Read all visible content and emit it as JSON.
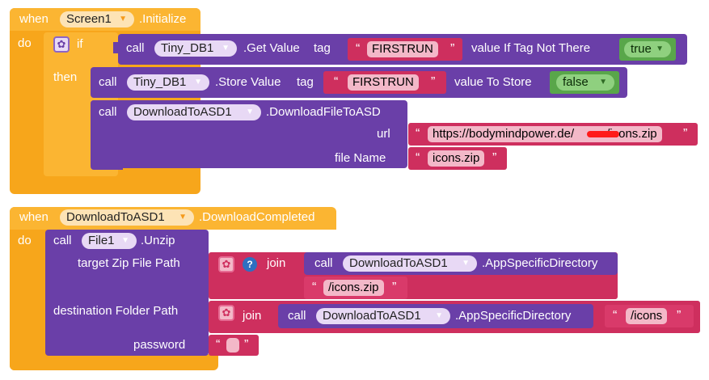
{
  "event1": {
    "when": "when",
    "component": "Screen1",
    "event_name": ".Initialize",
    "do": "do",
    "if": "if",
    "then": "then",
    "get_value": {
      "call": "call",
      "component": "Tiny_DB1",
      "method": ".Get Value",
      "tag_label": "tag",
      "tag_value": "FIRSTRUN",
      "default_label": "value If Tag Not There",
      "default_value": "true"
    },
    "store_value": {
      "call": "call",
      "component": "Tiny_DB1",
      "method": ".Store Value",
      "tag_label": "tag",
      "tag_value": "FIRSTRUN",
      "value_label": "value To Store",
      "value": "false"
    },
    "download": {
      "call": "call",
      "component": "DownloadToASD1",
      "method": ".DownloadFileToASD",
      "url_label": "url",
      "url_prefix": "https://bodymindpower.de/",
      "url_suffix": "/icons.zip",
      "filename_label": "file Name",
      "filename_value": "icons.zip"
    }
  },
  "event2": {
    "when": "when",
    "component": "DownloadToASD1",
    "event_name": ".DownloadCompleted",
    "do": "do",
    "unzip": {
      "call": "call",
      "component": "File1",
      "method": ".Unzip",
      "target_label": "target Zip File Path",
      "dest_label": "destination Folder Path",
      "password_label": "password"
    },
    "join1": {
      "join": "join",
      "call": "call",
      "component": "DownloadToASD1",
      "method": ".AppSpecificDirectory",
      "string": "/icons.zip"
    },
    "join2": {
      "join": "join",
      "call": "call",
      "component": "DownloadToASD1",
      "method": ".AppSpecificDirectory",
      "string": "/icons"
    },
    "password_value": ""
  },
  "glyphs": {
    "open_quote": "“",
    "close_quote": "”",
    "dropdown": "▼",
    "gear": "✿",
    "help": "?"
  },
  "colors": {
    "event": "#F7A61B",
    "procedure": "#6A3FA8",
    "text": "#CE2F5E",
    "logic": "#59A64A"
  }
}
